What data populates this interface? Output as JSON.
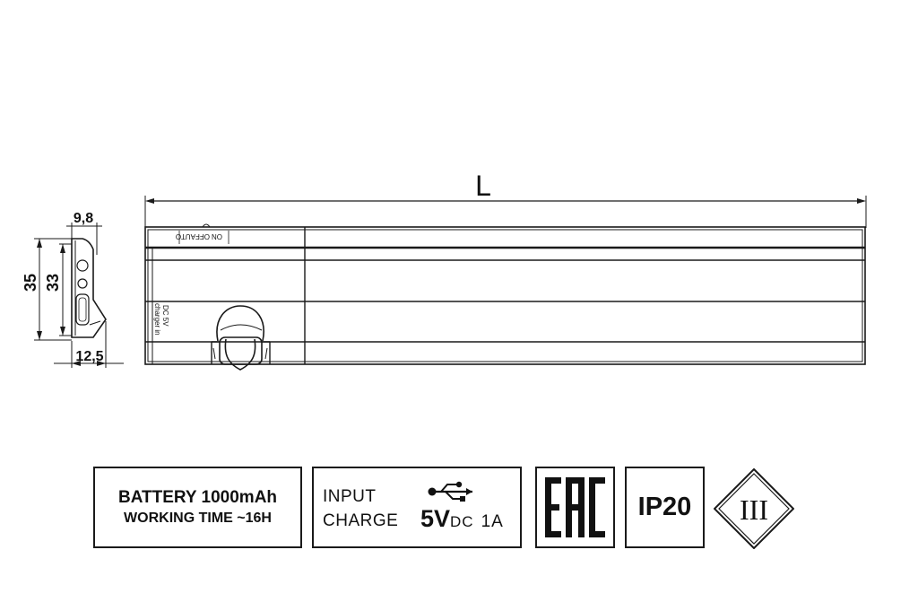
{
  "dimensions": {
    "length_label": "L",
    "depth_top": "9,8",
    "height_outer": "35",
    "height_inner": "33",
    "depth_bottom": "12,5"
  },
  "switch_labels": {
    "on": "ON",
    "off": "OFF",
    "auto": "AUTO"
  },
  "charger_label": {
    "line1": "DC 5V",
    "line2": "charger in"
  },
  "battery_label": {
    "line1": "BATTERY 1000mAh",
    "line2": "WORKING TIME ~16H"
  },
  "input_label": {
    "line1": "INPUT",
    "line2": "CHARGE",
    "voltage": "5V",
    "dc": "DC",
    "current": "1A",
    "icon": "usb-icon"
  },
  "certification": {
    "eac": "EAC",
    "ip_rating": "IP20",
    "protection_class": "III"
  }
}
